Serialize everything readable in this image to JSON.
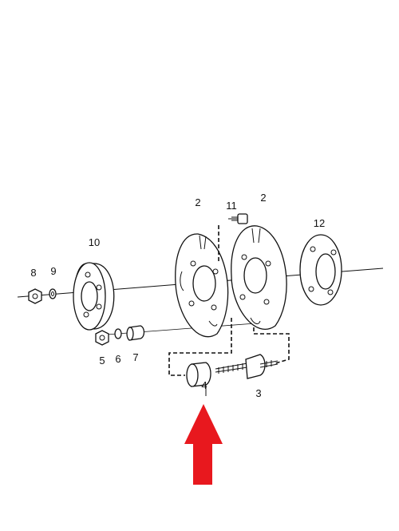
{
  "labels": {
    "p2a": "2",
    "p2b": "2",
    "p3": "3",
    "p4": "4",
    "p5": "5",
    "p6": "6",
    "p7": "7",
    "p8": "8",
    "p9": "9",
    "p10": "10",
    "p11": "11",
    "p12": "12"
  },
  "colors": {
    "arrow": "#e8181e",
    "line": "#111111"
  }
}
